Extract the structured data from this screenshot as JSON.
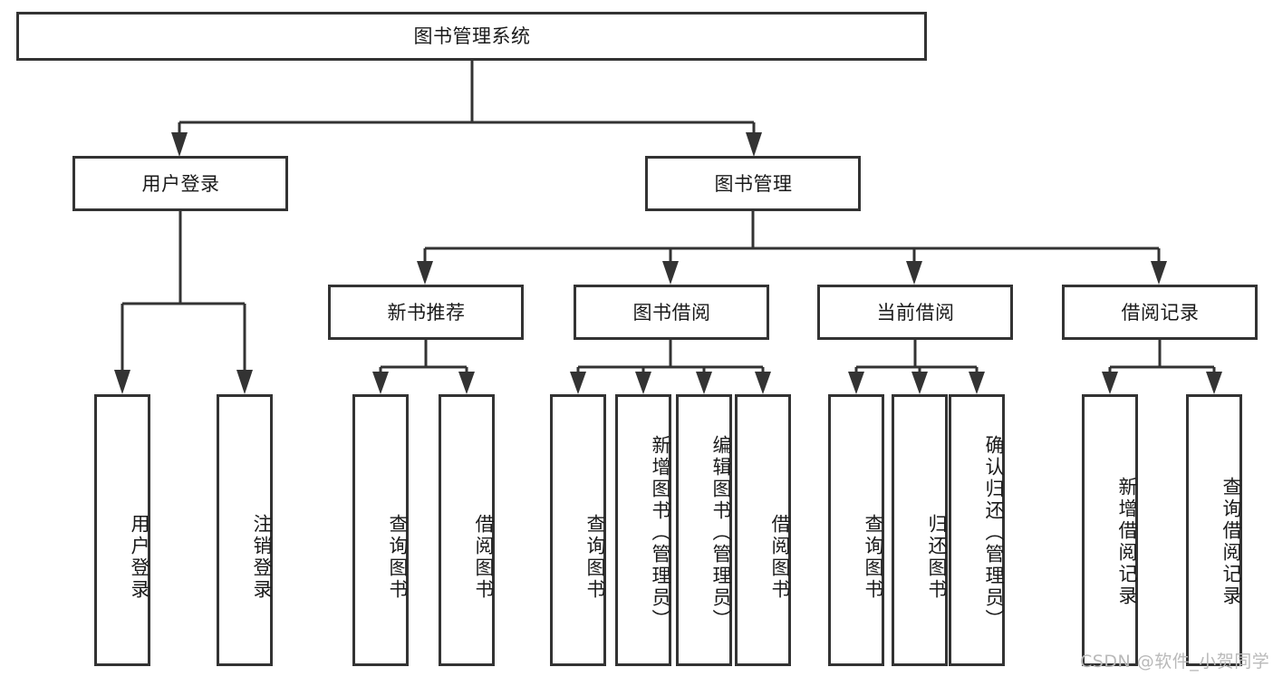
{
  "diagram": {
    "title": "图书管理系统",
    "type": "tree-hierarchy-diagram",
    "colors": {
      "box_stroke": "#333333",
      "box_fill": "#ffffff",
      "text": "#1a1a1a",
      "background": "#ffffff",
      "watermark": "#b9b9b9"
    },
    "root": {
      "label": "图书管理系统"
    },
    "level2": [
      {
        "label": "用户登录"
      },
      {
        "label": "图书管理"
      }
    ],
    "level3": [
      {
        "label": "新书推荐"
      },
      {
        "label": "图书借阅"
      },
      {
        "label": "当前借阅"
      },
      {
        "label": "借阅记录"
      }
    ],
    "leaves": {
      "user_login": [
        {
          "label": "用户登录"
        },
        {
          "label": "注销登录"
        }
      ],
      "new_book_recommend": [
        {
          "label": "查询图书"
        },
        {
          "label": "借阅图书"
        }
      ],
      "book_borrow": [
        {
          "label": "查询图书"
        },
        {
          "label": "新增图书（管理员）"
        },
        {
          "label": "编辑图书（管理员）"
        },
        {
          "label": "借阅图书"
        }
      ],
      "current_borrow": [
        {
          "label": "查询图书"
        },
        {
          "label": "归还图书"
        },
        {
          "label": "确认归还（管理员）"
        }
      ],
      "borrow_record": [
        {
          "label": "新增借阅记录"
        },
        {
          "label": "查询借阅记录"
        }
      ]
    },
    "watermark": "CSDN @软件_小贺同学"
  }
}
